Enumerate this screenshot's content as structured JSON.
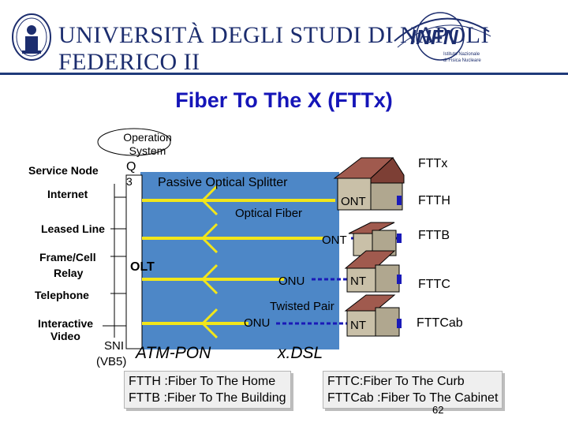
{
  "header": {
    "university": "UNIVERSITÀ DEGLI STUDI DI NAPOLI FEDERICO II",
    "infn_name": "INFN",
    "infn_subtitle_1": "Istituto Nazionale",
    "infn_subtitle_2": "di Fisica Nucleare"
  },
  "title": "Fiber To The X (FTTx)",
  "diagram": {
    "operation_system": [
      "Operation",
      "System"
    ],
    "q3": [
      "Q",
      "3"
    ],
    "service_node": "Service Node",
    "passive_splitter": "Passive Optical Splitter",
    "fttx": "FTTx",
    "internet": "Internet",
    "leased_line": "Leased Line",
    "frame_cell_relay": [
      "Frame/Cell",
      "Relay"
    ],
    "telephone": "Telephone",
    "interactive_video": [
      "Interactive",
      "Video"
    ],
    "olt": "OLT",
    "optical_fiber": "Optical Fiber",
    "ont_1": "ONT",
    "ont_2": "ONT",
    "onu_1": "ONU",
    "onu_2": "ONU",
    "nt_1": "NT",
    "nt_2": "NT",
    "twisted_pair": "Twisted Pair",
    "ftth": "FTTH",
    "fttb": "FTTB",
    "fttc": "FTTC",
    "fttcab": "FTTCab",
    "sni": "SNI",
    "vb5": "(VB5)",
    "atm_pon": "ATM-PON",
    "xdsl": "x.DSL"
  },
  "notes": {
    "left_1": "FTTH :Fiber To The Home",
    "left_2": "FTTB :Fiber To The Building",
    "right_1": "FTTC:Fiber To The Curb",
    "right_2": "FTTCab :Fiber To The Cabinet"
  },
  "page_number": "62",
  "colors": {
    "title": "#1515b8",
    "band": "#4d87c7",
    "fiber": "#f2e61a",
    "pair": "#1a1ab8",
    "roof": "#a05a4e",
    "house": "#c9c0a8"
  }
}
